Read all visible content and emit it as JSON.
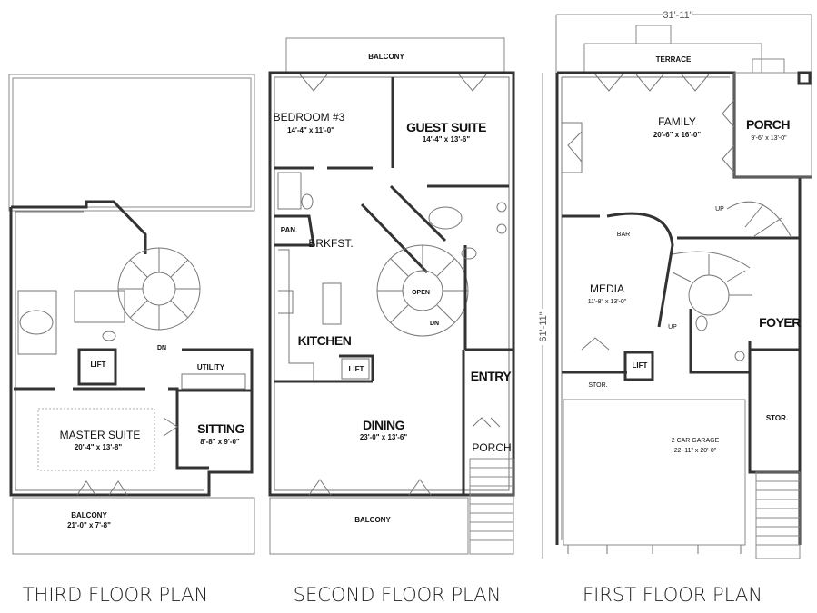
{
  "plans": {
    "third": {
      "caption": "THIRD FLOOR PLAN",
      "rooms": {
        "master_suite": {
          "name": "MASTER SUITE",
          "size": "20'-4\" x 13'-8\""
        },
        "sitting": {
          "name": "SITTING",
          "size": "8'-8\" x 9'-0\""
        },
        "balcony": {
          "name": "BALCONY",
          "size": "21'-0\" x 7'-8\""
        },
        "lift": "LIFT",
        "utility": "UTILITY",
        "stair": "DN"
      }
    },
    "second": {
      "caption": "SECOND FLOOR PLAN",
      "rooms": {
        "balcony_top": "BALCONY",
        "bedroom3": {
          "name": "BEDROOM #3",
          "size": "14'-4\" x 11'-0\""
        },
        "guest_suite": {
          "name": "GUEST SUITE",
          "size": "14'-4\" x 13'-6\""
        },
        "pantry": "PAN.",
        "brkfst": "BRKFST.",
        "open": "OPEN",
        "stair": "DN",
        "kitchen": "KITCHEN",
        "lift": "LIFT",
        "entry": "ENTRY",
        "dining": {
          "name": "DINING",
          "size": "23'-0\" x 13'-6\""
        },
        "porch": "PORCH",
        "balcony_bottom": "BALCONY"
      }
    },
    "first": {
      "caption": "FIRST FLOOR PLAN",
      "width_dim": "31'-11\"",
      "depth_dim": "61'-11\"",
      "rooms": {
        "terrace": "TERRACE",
        "family": {
          "name": "FAMILY",
          "size": "20'-6\" x 16'-0\""
        },
        "porch": {
          "name": "PORCH",
          "size": "9'-6\" x 13'-0\""
        },
        "up1": "UP",
        "bar": "BAR",
        "media": {
          "name": "MEDIA",
          "size": "11'-8\" x 13'-0\""
        },
        "up2": "UP",
        "foyer": "FOYER",
        "lift": "LIFT",
        "stor1": "STOR.",
        "stor2": "STOR.",
        "garage": {
          "name": "2 CAR GARAGE",
          "size": "22'-11\" x 20'-0\""
        }
      }
    }
  }
}
